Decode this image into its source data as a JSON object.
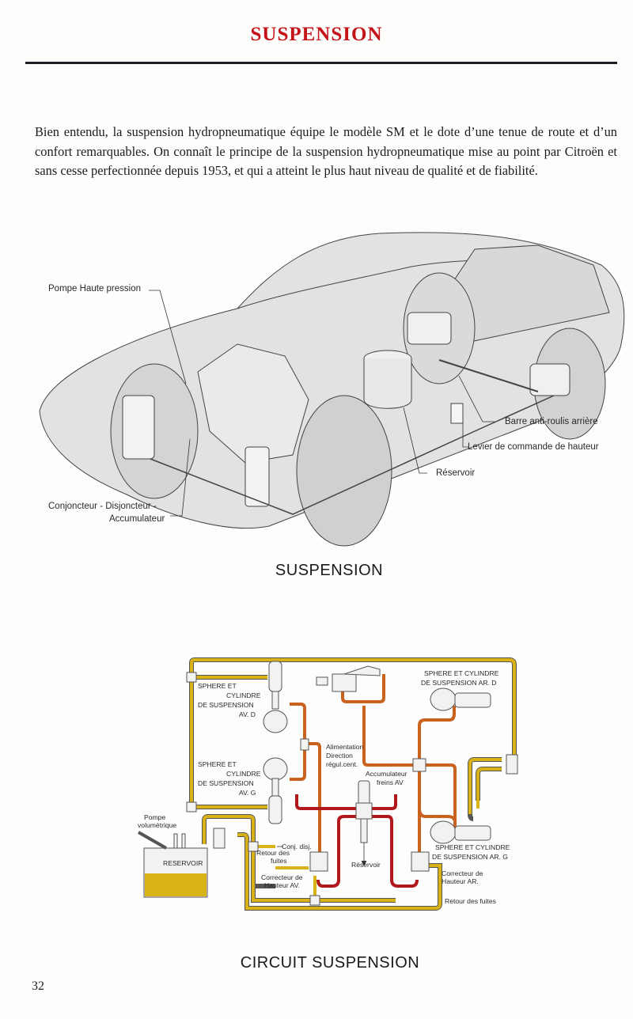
{
  "page": {
    "title": "SUSPENSION",
    "intro": "Bien entendu, la suspension hydropneumatique équipe le modèle SM et le dote d’une tenue de route et d’un confort remarquables. On connaît le principe de la suspension hydropneumatique mise au point par Citroën et sans cesse perfectionnée depuis 1953, et qui a atteint le plus haut niveau de qualité et de fiabilité.",
    "page_number": "32"
  },
  "car_figure": {
    "caption": "SUSPENSION",
    "labels": {
      "pompe": "Pompe Haute pression",
      "conjoncteur_1": "Conjoncteur - Disjoncteur -",
      "conjoncteur_2": "Accumulateur",
      "barre": "Barre anti-roulis arrière",
      "levier": "Levier de commande de hauteur",
      "reservoir": "Réservoir"
    }
  },
  "circuit_figure": {
    "caption": "CIRCUIT SUSPENSION",
    "colors": {
      "return_pipe": "#d9b21a",
      "feed_pipe": "#c8621e",
      "brake_pipe": "#b0181c",
      "fluid": "#d8b514"
    },
    "labels": {
      "avd": [
        "SPHERE ET",
        "CYLINDRE",
        "DE SUSPENSION",
        "AV. D"
      ],
      "avg": [
        "SPHERE ET",
        "CYLINDRE",
        "DE SUSPENSION",
        "AV. G"
      ],
      "ard": [
        "SPHERE ET CYLINDRE",
        "DE SUSPENSION AR. D"
      ],
      "arg": [
        "SPHERE ET CYLINDRE",
        "DE SUSPENSION AR. G"
      ],
      "alimentation": [
        "Alimentation",
        "Direction",
        "régul.cent."
      ],
      "accumulateur": [
        "Accumulateur",
        "freins AV"
      ],
      "pompe": [
        "Pompe",
        "volumétrique"
      ],
      "reservoir_tank": "RESERVOIR",
      "conj": "Conj. disj.",
      "retour_av": [
        "Retour des",
        "fuites"
      ],
      "correcteur_av": [
        "Correcteur de",
        "Hauteur AV."
      ],
      "reservoir_center": "Réservoir",
      "correcteur_ar": [
        "Correcteur de",
        "Hauteur AR."
      ],
      "retour_ar": "Retour des fuites"
    }
  }
}
